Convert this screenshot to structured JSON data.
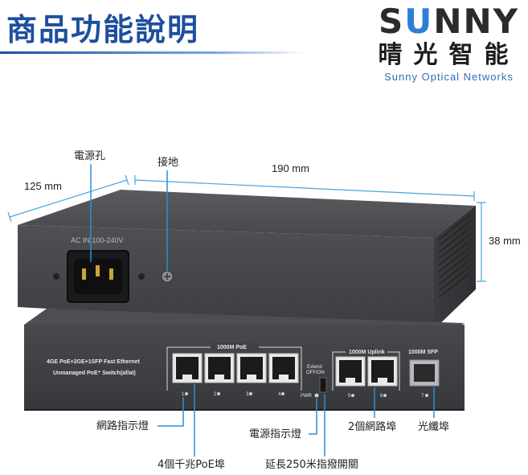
{
  "header": {
    "title": "商品功能說明"
  },
  "brand": {
    "logo_text_a": "S",
    "logo_text_o": "U",
    "logo_text_b": "NNY",
    "name_cn": "晴光智能",
    "name_en": "Sunny Optical Networks"
  },
  "dimensions": {
    "depth": "125 mm",
    "width": "190 mm",
    "height": "38 mm"
  },
  "rear_panel": {
    "power_rating": "AC IN 100-240V",
    "power_socket_label": "電源孔",
    "ground_label": "接地"
  },
  "front_panel": {
    "model_line1": "4GE PoE+2GE+1SFP Fast Ethernet",
    "model_line2": "Unmanaged PoE⁺ Switch(af/at)",
    "poe_group": "1000M PoE",
    "uplink_group": "1000M Uplink",
    "sfp_group": "1000M SFP",
    "extend_line1": "Extend",
    "extend_line2": "OFF/ON",
    "pwr": "PWR",
    "port_numbers": [
      "1",
      "2",
      "3",
      "4",
      "5",
      "6",
      "7"
    ]
  },
  "callouts": {
    "port_led": "網路指示燈",
    "power_led": "電源指示燈",
    "uplink_ports": "2個網路埠",
    "fiber_port": "光纖埠",
    "poe_ports": "4個千兆PoE埠",
    "extend_switch": "延長250米指撥開關"
  },
  "colors": {
    "title_blue": "#1d4f9e",
    "dimension_line": "#4aa3df",
    "device_body": "#3e3f42",
    "callout_line": "#2b8fd8"
  }
}
